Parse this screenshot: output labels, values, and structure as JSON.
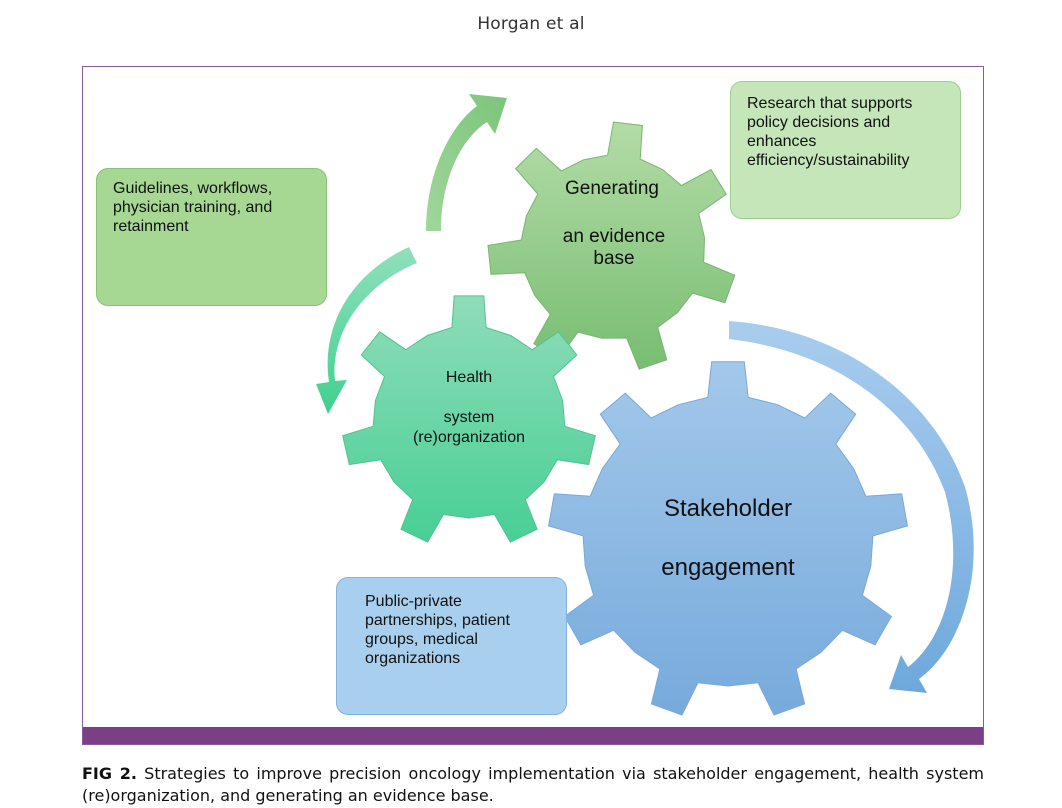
{
  "header": {
    "author": "Horgan et al"
  },
  "diagram": {
    "gears": [
      {
        "id": "evidence",
        "line1": "Generating",
        "line2": "an evidence",
        "line3": "base",
        "color": "#8dc785"
      },
      {
        "id": "health",
        "line1": "Health",
        "line2": "system",
        "line3": "(re)organization",
        "color": "#68d3a5"
      },
      {
        "id": "stakeholder",
        "line1": "Stakeholder",
        "line2": "engagement",
        "color": "#8cb8e2"
      }
    ],
    "boxes": {
      "guidelines": "Guidelines, workflows, physician training, and retainment",
      "research": "Research that supports policy decisions and enhances efficiency/sustainability",
      "partnerships": "Public-private partnerships, patient groups, medical organizations"
    },
    "colors": {
      "frame_border": "#8a5a9e",
      "bottom_bar": "#7b3f86",
      "green_box": "#a6d793",
      "light_green_box": "#c5e6b8",
      "blue_box": "#a8d0ee"
    }
  },
  "caption": {
    "label": "FIG 2.",
    "text": "Strategies to improve precision oncology implementation via stakeholder engagement, health system (re)organization, and generating an evidence base."
  }
}
